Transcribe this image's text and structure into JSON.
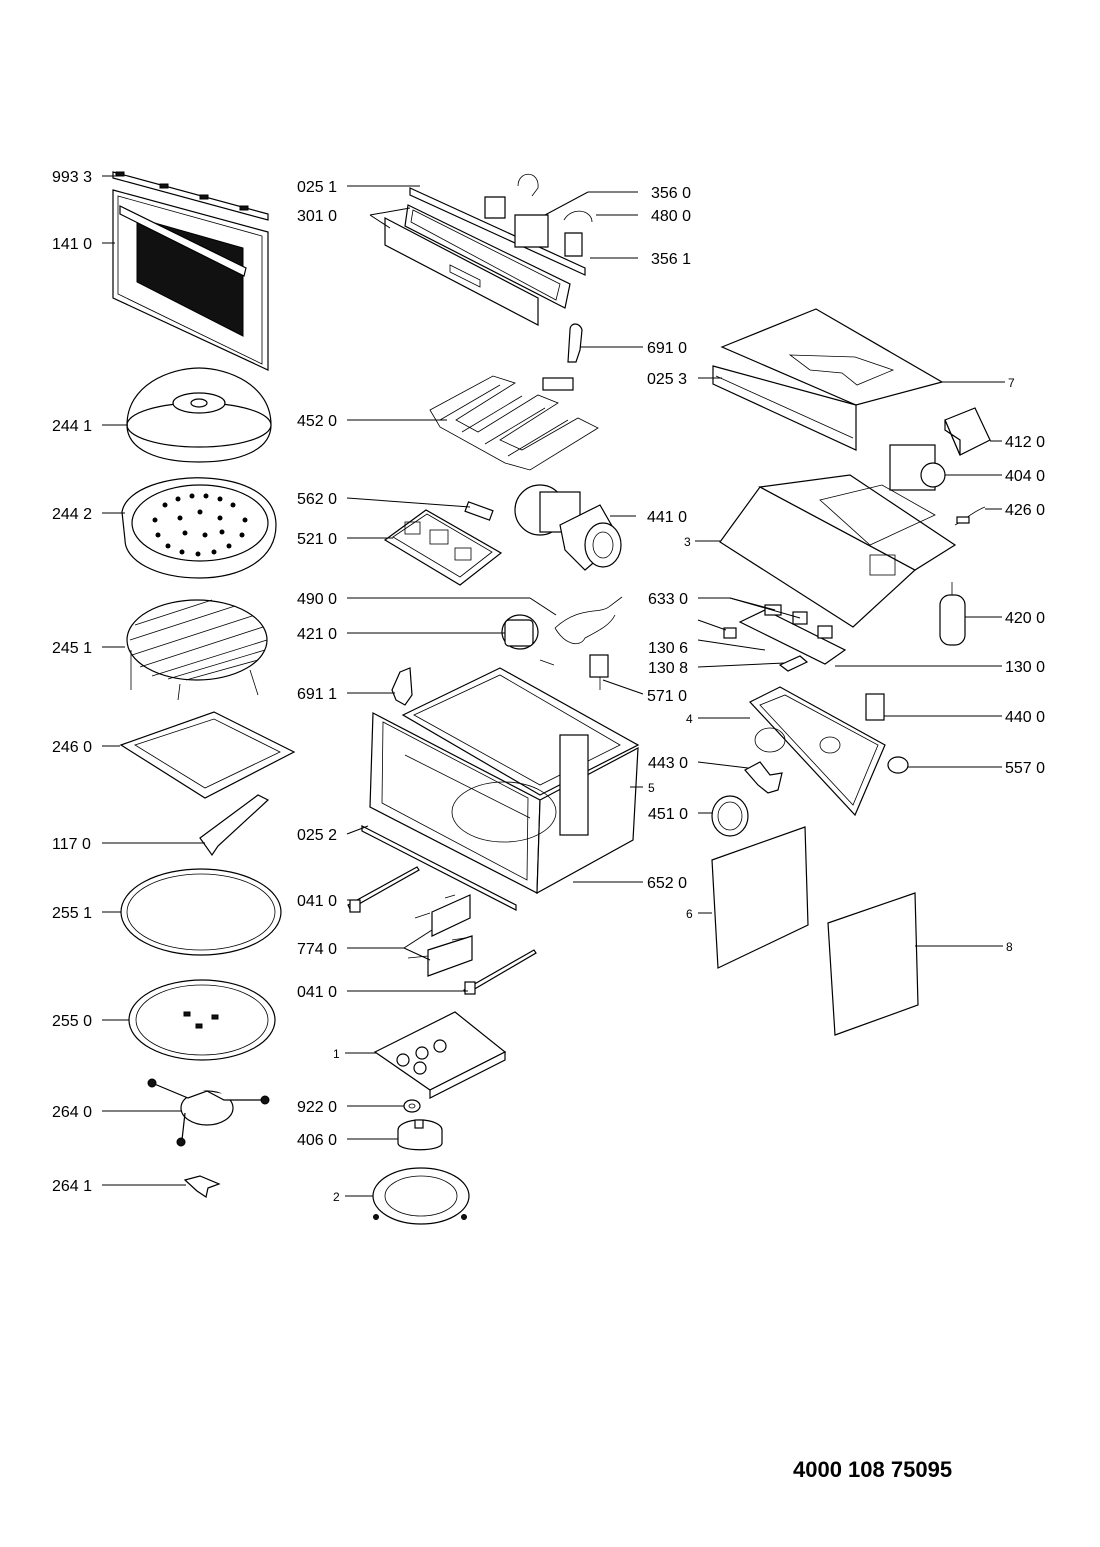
{
  "document_number": "4000 108 75095",
  "labels": {
    "l993_3": "993 3",
    "l141_0": "141 0",
    "l244_1": "244 1",
    "l244_2": "244 2",
    "l245_1": "245 1",
    "l246_0": "246 0",
    "l117_0": "117 0",
    "l255_1": "255 1",
    "l255_0": "255 0",
    "l264_0": "264 0",
    "l264_1": "264 1",
    "l025_1": "025 1",
    "l301_0": "301 0",
    "l356_0": "356 0",
    "l480_0": "480 0",
    "l356_1": "356 1",
    "l691_0": "691 0",
    "l025_3": "025 3",
    "l7": "7",
    "l452_0": "452 0",
    "l412_0": "412 0",
    "l404_0": "404 0",
    "l562_0": "562 0",
    "l441_0": "441 0",
    "l426_0": "426 0",
    "l521_0": "521 0",
    "l3": "3",
    "l490_0": "490 0",
    "l633_0": "633 0",
    "l421_0": "421 0",
    "l420_0": "420 0",
    "l130_6": "130 6",
    "l130_8": "130 8",
    "l130_0": "130 0",
    "l691_1": "691 1",
    "l571_0": "571 0",
    "l4": "4",
    "l440_0": "440 0",
    "l443_0": "443 0",
    "l557_0": "557 0",
    "l5": "5",
    "l451_0": "451 0",
    "l025_2": "025 2",
    "l652_0": "652 0",
    "l6": "6",
    "l041_0a": "041 0",
    "l774_0": "774 0",
    "l8": "8",
    "l041_0b": "041 0",
    "l1": "1",
    "l922_0": "922 0",
    "l406_0": "406 0",
    "l2": "2"
  }
}
